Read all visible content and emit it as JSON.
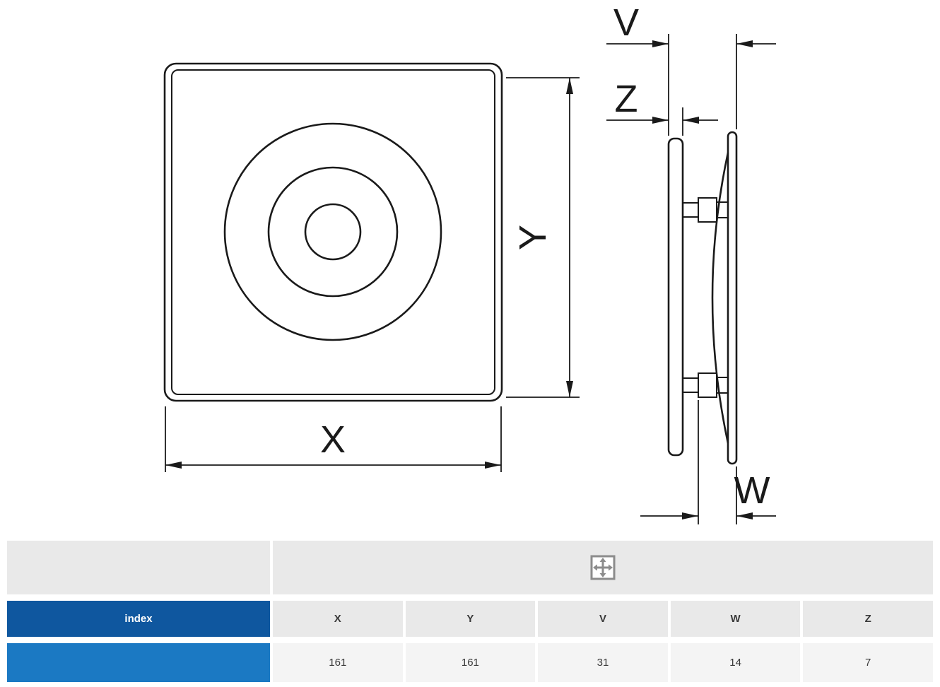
{
  "drawing": {
    "labels": {
      "x": "X",
      "y": "Y",
      "v": "V",
      "z": "Z",
      "w": "W"
    }
  },
  "table": {
    "header": [
      "index",
      "X",
      "Y",
      "V",
      "W",
      "Z"
    ],
    "values": [
      "161",
      "161",
      "31",
      "14",
      "7"
    ],
    "icon": "dimensions-move-icon"
  },
  "colors": {
    "line": "#1a1a1a",
    "index-bg": "#0f579f",
    "value-label-bg": "#1b79c3",
    "cell-bg": "#e9e9e9",
    "value-cell-bg": "#f4f4f4",
    "icon-gray": "#8c8c8c",
    "table-text": "#3a3a3a"
  }
}
